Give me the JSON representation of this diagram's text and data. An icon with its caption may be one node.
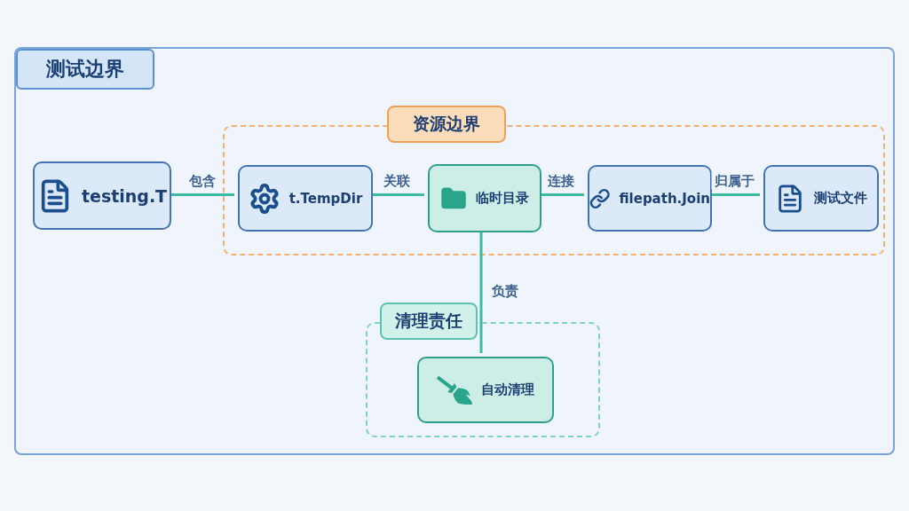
{
  "diagram": {
    "nodes": [
      {
        "text": [
          "测试边界"
        ]
      },
      {
        "text": [
          "资源边界"
        ],
        "in": 0
      },
      {
        "text": [
          "testing.T"
        ],
        "in": 0
      },
      {
        "text": [
          "t.TempDir"
        ],
        "in": 1
      },
      {
        "text": [
          "临时目录"
        ],
        "in": 1
      },
      {
        "text": [
          "filepath.Join"
        ],
        "in": 1
      },
      {
        "text": [
          "测试文件"
        ],
        "in": 1
      },
      {
        "text": [
          "清理责任"
        ],
        "in": 0
      },
      {
        "text": [
          "自动清理"
        ],
        "in": 7
      }
    ],
    "edges": [
      {
        "from": 2,
        "to": 3,
        "arrow": "none",
        "label": "包含"
      },
      {
        "from": 3,
        "to": 4,
        "arrow": "none",
        "label": "关联"
      },
      {
        "from": 4,
        "to": 5,
        "arrow": "none",
        "label": "连接"
      },
      {
        "from": 5,
        "to": 6,
        "arrow": "none",
        "label": "归属于"
      },
      {
        "from": 4,
        "to": 8,
        "arrow": "none",
        "label": "负责"
      }
    ]
  }
}
